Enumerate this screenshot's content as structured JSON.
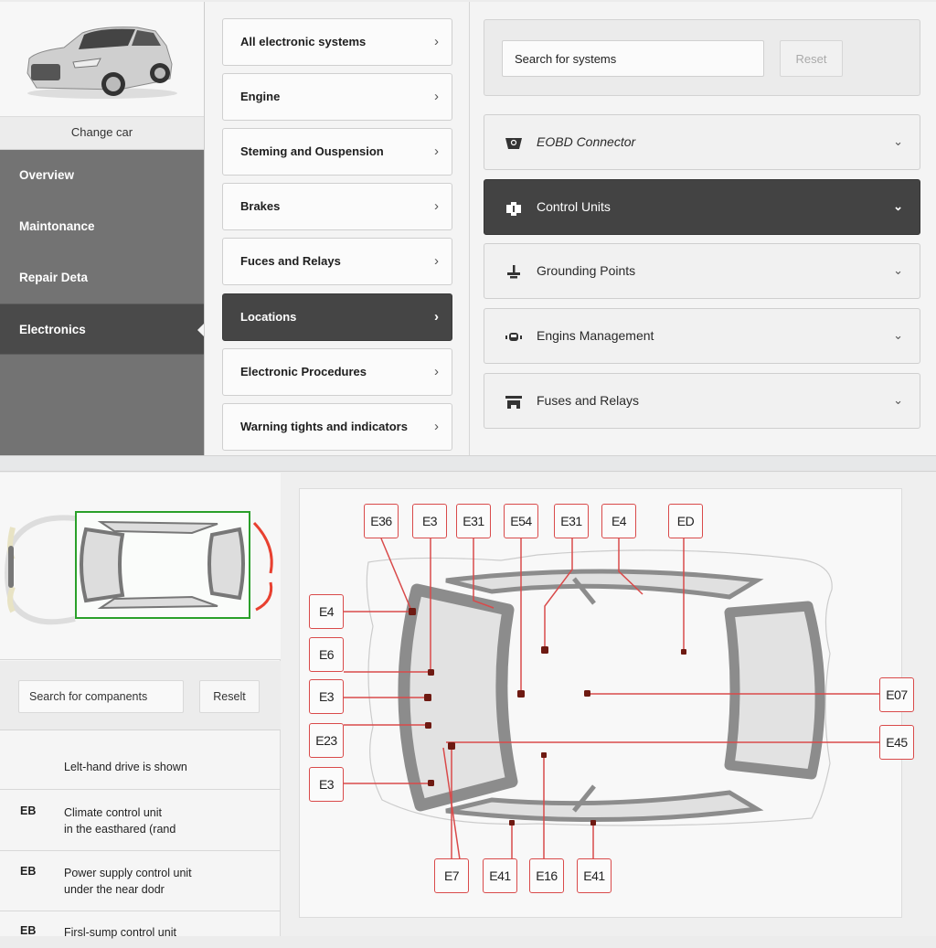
{
  "sidebar": {
    "change_car": "Change car",
    "items": [
      {
        "label": "Overview"
      },
      {
        "label": "Maintonance"
      },
      {
        "label": "Repair Deta"
      },
      {
        "label": "Electronics",
        "active": true
      }
    ]
  },
  "categories": {
    "items": [
      {
        "label": "All electronic systems"
      },
      {
        "label": "Engine"
      },
      {
        "label": "Steming and Ouspension"
      },
      {
        "label": "Brakes"
      },
      {
        "label": "Fuces and Relays"
      },
      {
        "label": "Locations",
        "active": true
      },
      {
        "label": "Electronic Procedures"
      },
      {
        "label": "Warning tights and indicators"
      }
    ],
    "chevron": "›"
  },
  "systems": {
    "search_placeholder": "Search for systems",
    "reset_label": "Reset",
    "items": [
      {
        "label": "EOBD Connector",
        "icon": "obd-connector-icon"
      },
      {
        "label": "Control Units",
        "icon": "control-unit-icon",
        "active": true
      },
      {
        "label": "Grounding Points",
        "icon": "ground-icon"
      },
      {
        "label": "Engins Management",
        "icon": "engine-icon"
      },
      {
        "label": "Fuses and Relays",
        "icon": "fuse-box-icon"
      }
    ],
    "chevron": "⌄"
  },
  "components": {
    "search_placeholder": "Search for companents",
    "reset_label": "Reselt",
    "note": "Lelt-hand drive is shown",
    "rows": [
      {
        "code": "EB",
        "line1": "Climate control unit",
        "line2": "in the easthared (rand"
      },
      {
        "code": "EB",
        "line1": "Power supply control unit",
        "line2": "under the near dodr"
      },
      {
        "code": "EB",
        "line1": "Firsl-sump control unit",
        "line2": ""
      }
    ]
  },
  "diagram": {
    "accent_color": "#d94a4a",
    "marker_color": "#6e1a12",
    "top_tags": [
      "E36",
      "E3",
      "E31",
      "E54",
      "E31",
      "E4",
      "ED"
    ],
    "left_tags": [
      "E4",
      "E6",
      "E3",
      "E23",
      "E3"
    ],
    "right_tags": [
      "E07",
      "E45"
    ],
    "bottom_tags": [
      "E7",
      "E41",
      "E16",
      "E41"
    ]
  }
}
